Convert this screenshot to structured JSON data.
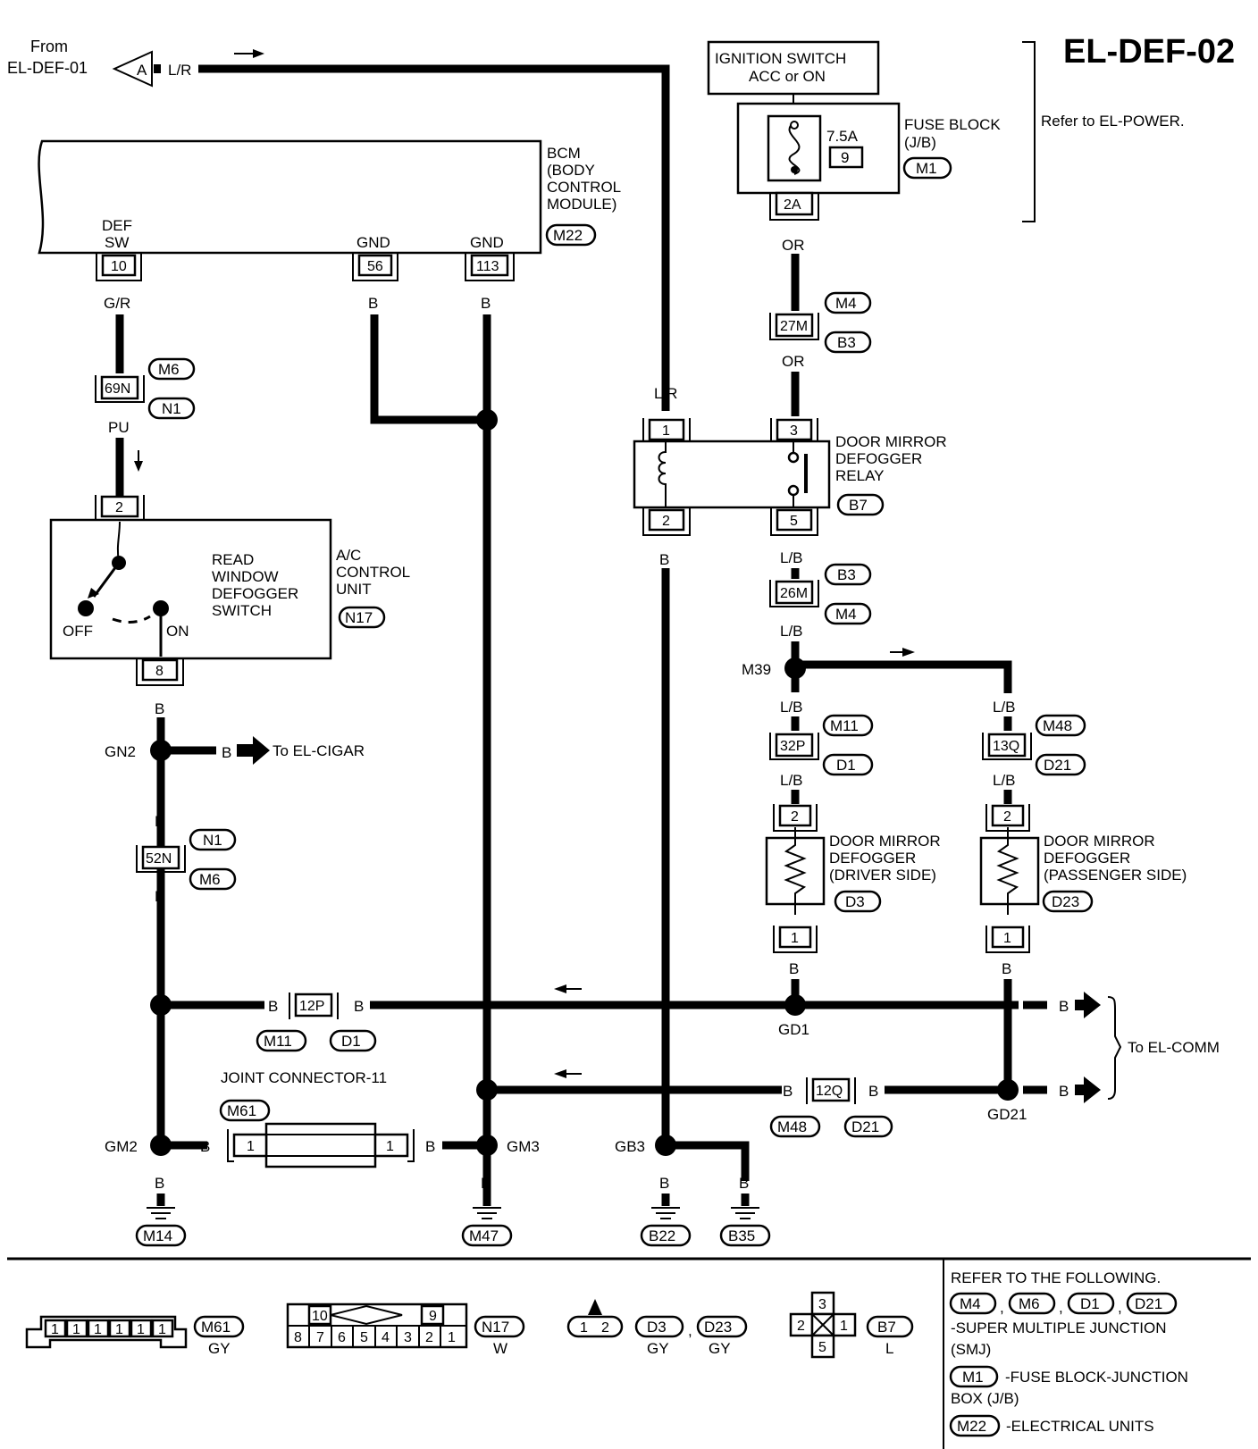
{
  "title": "EL-DEF-02",
  "from": {
    "line1": "From",
    "line2": "EL-DEF-01",
    "marker": "A",
    "wire": "L/R"
  },
  "ignition": {
    "line1": "IGNITION SWITCH",
    "line2": "ACC or ON"
  },
  "fuse": {
    "amp": "7.5A",
    "num": "9",
    "label1": "FUSE BLOCK",
    "label2": "(J/B)",
    "conn": "M1",
    "terminal": "2A",
    "refer": "Refer to EL-POWER."
  },
  "bcm": {
    "label": [
      "BCM",
      "(BODY",
      "CONTROL",
      "MODULE)"
    ],
    "conn": "M22",
    "def_sw": [
      "DEF",
      "SW"
    ],
    "gnd": "GND",
    "pins": [
      "10",
      "56",
      "113"
    ]
  },
  "wires": {
    "gr": "G/R",
    "b": "B",
    "pu": "PU",
    "or": "OR",
    "lr": "L/R",
    "lb": "L/B"
  },
  "connectors": {
    "n69": "69N",
    "m6": "M6",
    "n1": "N1",
    "n52": "52N",
    "m27": "27M",
    "m4": "M4",
    "b3": "B3",
    "m26": "26M",
    "p32": "32P",
    "m11": "M11",
    "d1": "D1",
    "q13": "13Q",
    "m48": "M48",
    "d21": "D21",
    "p12": "12P",
    "q12": "12Q"
  },
  "acunit": {
    "switch": [
      "READ",
      "WINDOW",
      "DEFOGGER",
      "SWITCH"
    ],
    "unit": [
      "A/C",
      "CONTROL",
      "UNIT"
    ],
    "conn": "N17",
    "off": "OFF",
    "on": "ON",
    "pin_top": "2",
    "pin_bot": "8"
  },
  "relay": {
    "label": [
      "DOOR MIRROR",
      "DEFOGGER",
      "RELAY"
    ],
    "conn": "B7",
    "pins": [
      "1",
      "3",
      "2",
      "5"
    ]
  },
  "mirror_driver": {
    "label": [
      "DOOR MIRROR",
      "DEFOGGER",
      "(DRIVER SIDE)"
    ],
    "conn": "D3",
    "pin_top": "2",
    "pin_bot": "1"
  },
  "mirror_pass": {
    "label": [
      "DOOR MIRROR",
      "DEFOGGER",
      "(PASSENGER SIDE)"
    ],
    "conn": "D23",
    "pin_top": "2",
    "pin_bot": "1"
  },
  "splices": {
    "m39": "M39",
    "gn2": "GN2",
    "gm2": "GM2",
    "gm3": "GM3",
    "gb3": "GB3",
    "gd1": "GD1",
    "gd21": "GD21"
  },
  "to_cigar": "To EL-CIGAR",
  "to_comm": "To EL-COMM",
  "joint": {
    "label": "JOINT CONNECTOR-11",
    "conn": "M61",
    "pin": "1"
  },
  "grounds": [
    "M14",
    "M47",
    "B22",
    "B35"
  ],
  "legend": {
    "m61": {
      "pins": [
        "1",
        "1",
        "1",
        "1",
        "1",
        "1"
      ],
      "conn": "M61",
      "color": "GY"
    },
    "n17": {
      "top": [
        "10",
        "9"
      ],
      "bottom": [
        "8",
        "7",
        "6",
        "5",
        "4",
        "3",
        "2",
        "1"
      ],
      "conn": "N17",
      "color": "W"
    },
    "d3": {
      "pins": [
        "1",
        "2"
      ],
      "conn1": "D3",
      "conn2": "D23",
      "color1": "GY",
      "color2": "GY",
      "sep": ","
    },
    "b7": {
      "pins": [
        "3",
        "2",
        "1",
        "5"
      ],
      "conn": "B7",
      "color": "L"
    }
  },
  "refer": {
    "heading": "REFER TO THE FOLLOWING.",
    "smj_conns": [
      "M4",
      "M6",
      "D1",
      "D21"
    ],
    "smj": "-SUPER MULTIPLE JUNCTION",
    "smj2": "(SMJ)",
    "m1": "M1",
    "m1_text": "-FUSE BLOCK-JUNCTION",
    "m1_text2": "BOX (J/B)",
    "m22": "M22",
    "m22_text": "-ELECTRICAL UNITS",
    "comma": ","
  }
}
